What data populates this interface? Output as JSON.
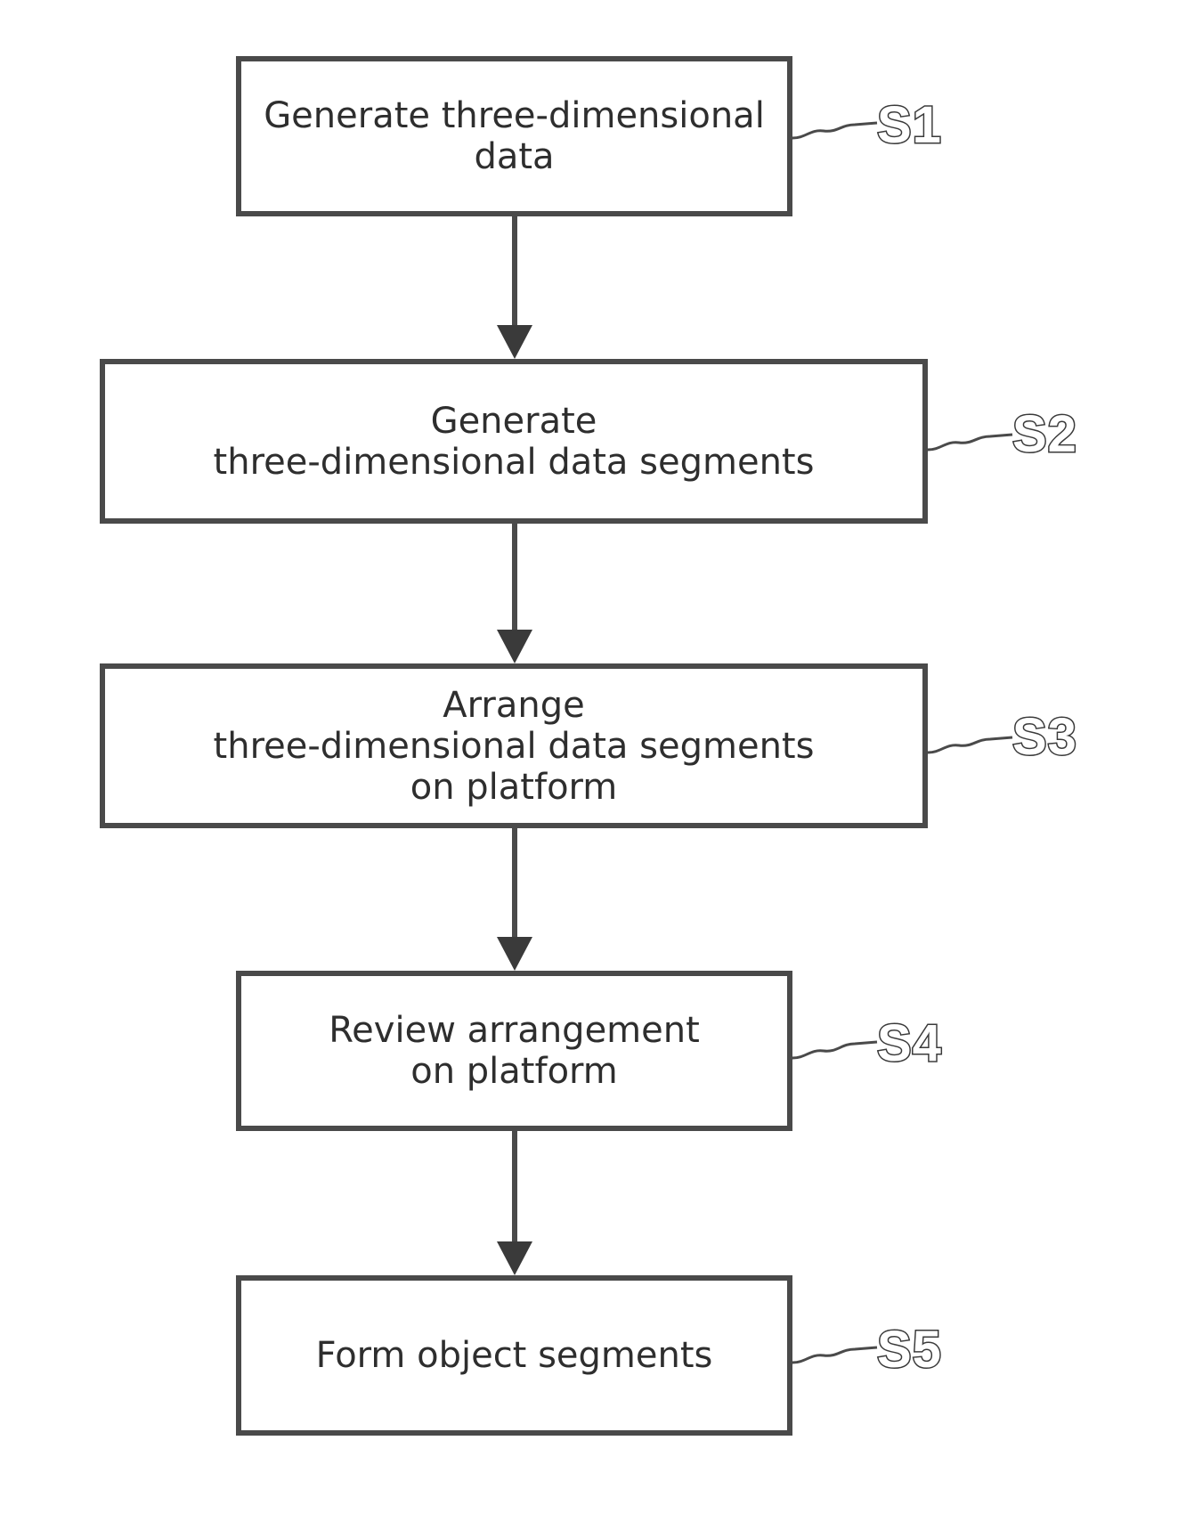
{
  "steps": [
    {
      "label": "S1",
      "lines": [
        "Generate three-dimensional",
        "data"
      ]
    },
    {
      "label": "S2",
      "lines": [
        "Generate",
        "three-dimensional data segments"
      ]
    },
    {
      "label": "S3",
      "lines": [
        "Arrange",
        "three-dimensional data segments",
        "on platform"
      ]
    },
    {
      "label": "S4",
      "lines": [
        "Review arrangement",
        "on platform"
      ]
    },
    {
      "label": "S5",
      "lines": [
        "Form object segments"
      ]
    }
  ],
  "colors": {
    "stroke": "#4a4a4a",
    "text": "#2e2e2e"
  }
}
